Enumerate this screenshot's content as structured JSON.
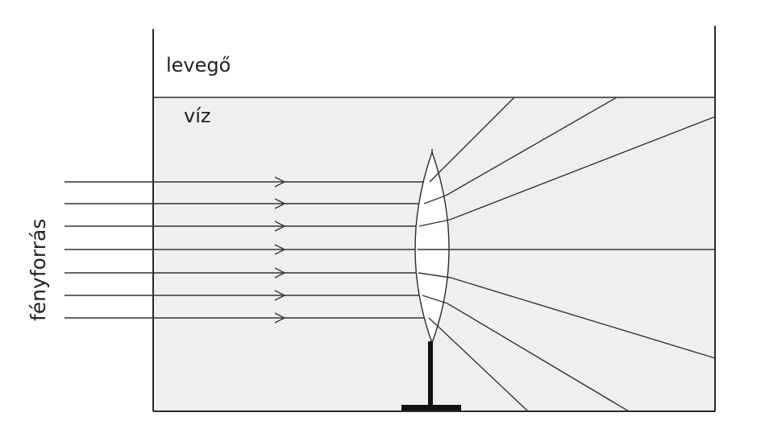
{
  "labels": {
    "air": "levegő",
    "water": "víz",
    "light_source": "fényforrás"
  },
  "colors": {
    "water_fill": "#efefef",
    "line": "#2a2a2a",
    "ray": "#333333",
    "lens_fill": "#ffffff",
    "stand": "#111111"
  }
}
